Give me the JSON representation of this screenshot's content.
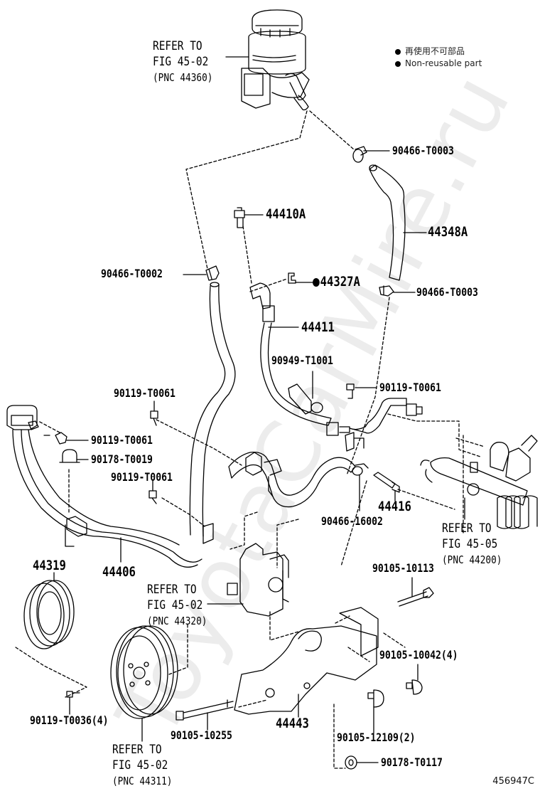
{
  "watermark": "ToyotaCarMire.ru",
  "legend": {
    "items": [
      {
        "symbol": "filled-dot",
        "text": "再使用不可部品"
      },
      {
        "symbol": "filled-dot",
        "text": "Non-reusable part"
      }
    ]
  },
  "figure_id": "456947C",
  "references": {
    "reservoir": {
      "line1": "REFER TO",
      "line2": "FIG 45-02",
      "pnc": "(PNC 44360)"
    },
    "pump": {
      "line1": "REFER TO",
      "line2": "FIG 45-02",
      "pnc": "(PNC 44320)"
    },
    "pulley": {
      "line1": "REFER TO",
      "line2": "FIG 45-02",
      "pnc": "(PNC 44311)"
    },
    "gear": {
      "line1": "REFER TO",
      "line2": "FIG 45-05",
      "pnc": "(PNC 44200)"
    }
  },
  "parts": {
    "clamp_top": "90466-T0003",
    "union_bolt": "44410A",
    "return_hose": "44348A",
    "clamp_left": "90466-T0002",
    "gasket": "44327A",
    "clamp_right": "90466-T0003",
    "pressure_tube": "44411",
    "clamp_holder": "90949-T1001",
    "bolt_center_right": "90119-T0061",
    "bolt_left_top": "90119-T0061",
    "bolt_left_mid": "90119-T0061",
    "nut_left": "90178-T0019",
    "bolt_left_low": "90119-T0061",
    "union_fitting": "44416",
    "clamp_hose": "90466-16002",
    "pulley_small": "44319",
    "return_tube": "44406",
    "bracket_bolt": "90105-10113",
    "bracket_bolt_4": "90105-10042(4)",
    "pulley_bolt_4": "90119-T0036(4)",
    "long_bolt": "90105-10255",
    "bracket": "44443",
    "bracket_bolt_2": "90105-12109(2)",
    "bracket_nut": "90178-T0117"
  }
}
